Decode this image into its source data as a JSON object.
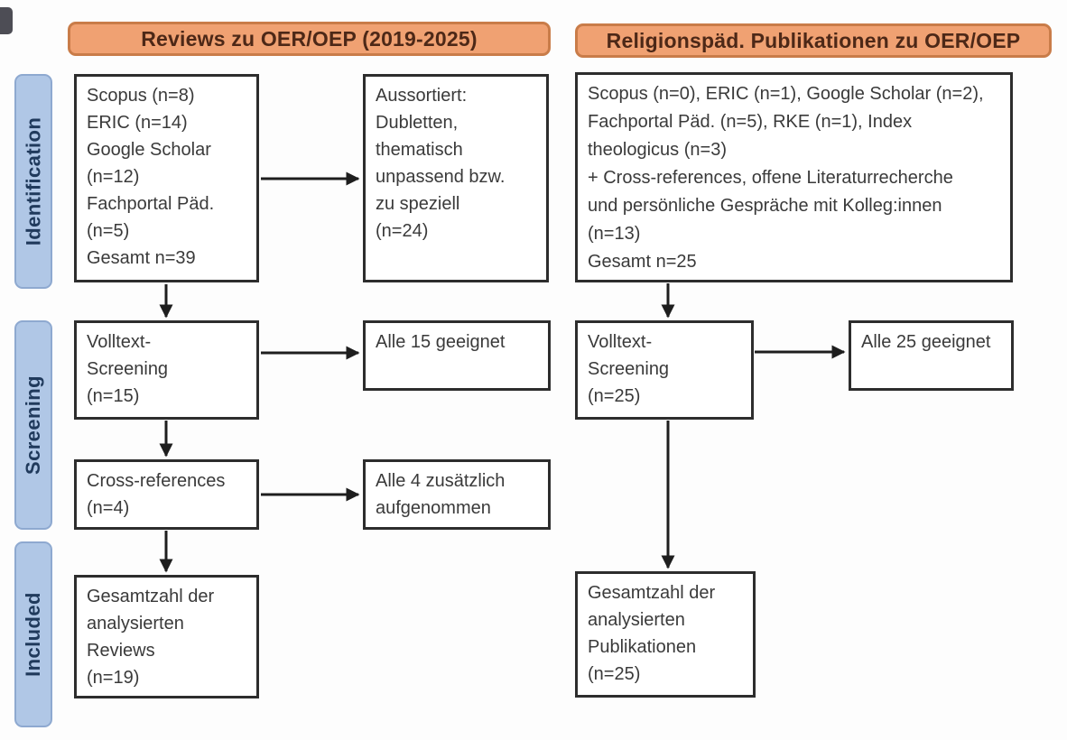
{
  "colors": {
    "header_fill": "#F0A172",
    "header_border": "#C97C49",
    "header_text": "#4D2817",
    "stage_fill": "#B0C7E6",
    "stage_border": "#8EA9D0",
    "stage_text": "#203A5C",
    "box_border": "#2D2D2D",
    "box_text": "#3A3A3A",
    "arrow": "#1E1E1E"
  },
  "headers": {
    "left": "Reviews zu OER/OEP (2019-2025)",
    "right": "Religionspäd. Publikationen zu OER/OEP"
  },
  "stages": {
    "identification": "Identification",
    "screening": "Screening",
    "included": "Included"
  },
  "boxes": {
    "left_sources": "Scopus (n=8)\nERIC (n=14)\nGoogle Scholar\n(n=12)\nFachportal Päd.\n(n=5)\nGesamt n=39",
    "left_excluded": "Aussortiert:\nDubletten,\nthematisch\nunpassend bzw.\nzu speziell\n(n=24)",
    "left_fulltext": "Volltext-\nScreening\n(n=15)",
    "left_fulltext_result": "Alle 15 geeignet",
    "left_crossref": "Cross-references\n(n=4)",
    "left_crossref_result": "Alle 4 zusätzlich\naufgenommen",
    "left_included": "Gesamtzahl der\nanalysierten\nReviews\n(n=19)",
    "right_sources": "Scopus (n=0), ERIC (n=1), Google Scholar (n=2),\nFachportal Päd. (n=5), RKE (n=1), Index\ntheologicus (n=3)\n+ Cross-references, offene Literaturrecherche\nund persönliche Gespräche mit Kolleg:innen\n(n=13)\nGesamt n=25",
    "right_fulltext": "Volltext-\nScreening\n(n=25)",
    "right_fulltext_result": "Alle 25 geeignet",
    "right_included": "Gesamtzahl der\nanalysierten\nPublikationen\n(n=25)"
  }
}
